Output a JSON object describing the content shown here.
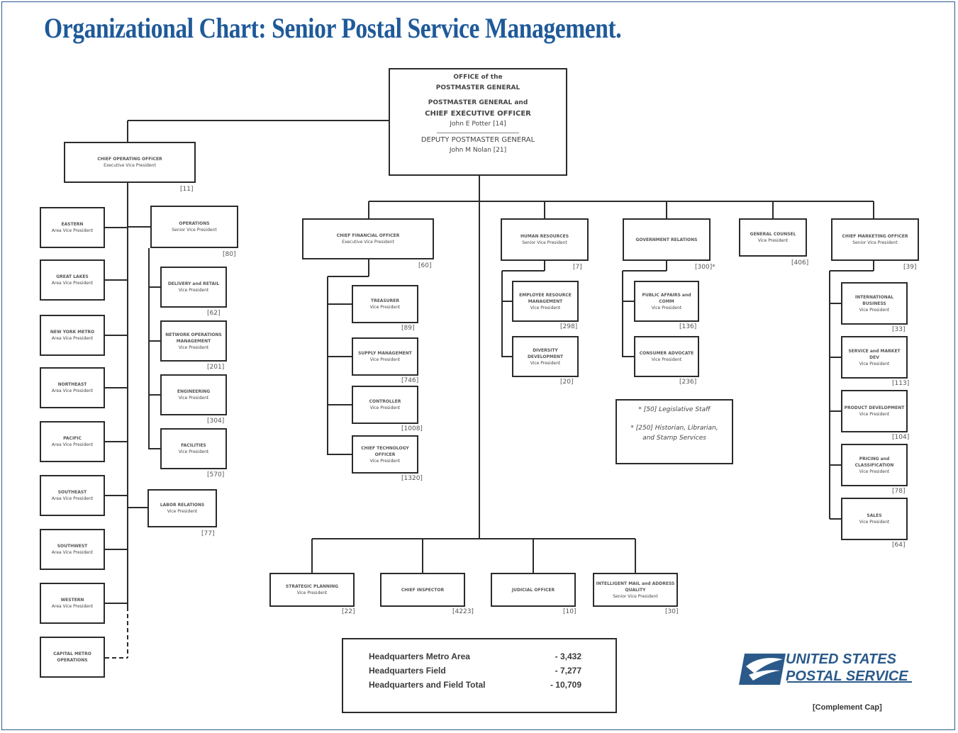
{
  "title": "Organizational Chart: Senior Postal Service Management.",
  "pmg": {
    "line1": "OFFICE of the",
    "line2": "POSTMASTER GENERAL",
    "line3": "POSTMASTER GENERAL and",
    "line4": "CHIEF EXECUTIVE OFFICER",
    "line5": "John E Potter   [14]",
    "line6": "DEPUTY POSTMASTER GENERAL",
    "line7": "John M Nolan   [21]"
  },
  "coo": {
    "title": "CHIEF OPERATING OFFICER",
    "sub": "Executive Vice President",
    "count": "[11]"
  },
  "areas": [
    {
      "name": "EASTERN",
      "sub": "Area Vice President"
    },
    {
      "name": "GREAT LAKES",
      "sub": "Area Vice President"
    },
    {
      "name": "NEW YORK METRO",
      "sub": "Area Vice President"
    },
    {
      "name": "NORTHEAST",
      "sub": "Area Vice President"
    },
    {
      "name": "PACIFIC",
      "sub": "Area Vice President"
    },
    {
      "name": "SOUTHEAST",
      "sub": "Area Vice President"
    },
    {
      "name": "SOUTHWEST",
      "sub": "Area Vice President"
    },
    {
      "name": "WESTERN",
      "sub": "Area Vice President"
    },
    {
      "name": "CAPITAL METRO OPERATIONS",
      "sub": ""
    }
  ],
  "operations": {
    "title": "OPERATIONS",
    "sub": "Senior Vice President",
    "count": "[80]"
  },
  "ops_children": [
    {
      "name": "DELIVERY and RETAIL",
      "sub": "Vice President",
      "count": "[62]"
    },
    {
      "name": "NETWORK OPERATIONS MANAGEMENT",
      "sub": "Vice President",
      "count": "[201]"
    },
    {
      "name": "ENGINEERING",
      "sub": "Vice President",
      "count": "[304]"
    },
    {
      "name": "FACILITIES",
      "sub": "Vice President",
      "count": "[570]"
    }
  ],
  "labor": {
    "title": "LABOR RELATIONS",
    "sub": "Vice President",
    "count": "[77]"
  },
  "cfo": {
    "title": "CHIEF FINANCIAL OFFICER",
    "sub": "Executive Vice President",
    "count": "[60]"
  },
  "cfo_children": [
    {
      "name": "TREASURER",
      "sub": "Vice President",
      "count": "[89]"
    },
    {
      "name": "SUPPLY MANAGEMENT",
      "sub": "Vice President",
      "count": "[746]"
    },
    {
      "name": "CONTROLLER",
      "sub": "Vice President",
      "count": "[1008]"
    },
    {
      "name": "CHIEF TECHNOLOGY OFFICER",
      "sub": "Vice President",
      "count": "[1320]"
    }
  ],
  "hr": {
    "title": "HUMAN RESOURCES",
    "sub": "Senior Vice President",
    "count": "[7]"
  },
  "hr_children": [
    {
      "name": "EMPLOYEE RESOURCE MANAGEMENT",
      "sub": "Vice President",
      "count": "[298]"
    },
    {
      "name": "DIVERSITY DEVELOPMENT",
      "sub": "Vice President",
      "count": "[20]"
    }
  ],
  "gov": {
    "title": "GOVERNMENT RELATIONS",
    "sub": "",
    "count": "[300]*"
  },
  "gov_children": [
    {
      "name": "PUBLIC AFFAIRS and COMM",
      "sub": "Vice President",
      "count": "[136]"
    },
    {
      "name": "CONSUMER ADVOCATE",
      "sub": "Vice President",
      "count": "[236]"
    }
  ],
  "counsel": {
    "title": "GENERAL COUNSEL",
    "sub": "Vice President",
    "count": "[406]"
  },
  "cmo": {
    "title": "CHIEF MARKETING OFFICER",
    "sub": "Senior Vice President",
    "count": "[39]"
  },
  "cmo_children": [
    {
      "name": "INTERNATIONAL BUSINESS",
      "sub": "Vice President",
      "count": "[33]"
    },
    {
      "name": "SERVICE and MARKET DEV",
      "sub": "Vice President",
      "count": "[113]"
    },
    {
      "name": "PRODUCT DEVELOPMENT",
      "sub": "Vice President",
      "count": "[104]"
    },
    {
      "name": "PRICING and CLASSIFICATION",
      "sub": "Vice President",
      "count": "[78]"
    },
    {
      "name": "SALES",
      "sub": "Vice President",
      "count": "[64]"
    }
  ],
  "bottom": [
    {
      "name": "STRATEGIC PLANNING",
      "sub": "Vice President",
      "count": "[22]"
    },
    {
      "name": "CHIEF INSPECTOR",
      "sub": "",
      "count": "[4223]"
    },
    {
      "name": "JUDICIAL OFFICER",
      "sub": "",
      "count": "[10]"
    },
    {
      "name": "INTELLIGENT MAIL and ADDRESS QUALITY",
      "sub": "Senior Vice President",
      "count": "[30]"
    }
  ],
  "note": {
    "line1": "* [50] Legislative Staff",
    "line2": "* [250] Historian, Librarian, and Stamp Services"
  },
  "totals": [
    {
      "label": "Headquarters Metro Area",
      "value": "- 3,432"
    },
    {
      "label": "Headquarters Field",
      "value": "- 7,277"
    },
    {
      "label": "Headquarters and Field Total",
      "value": "- 10,709"
    }
  ],
  "logo": {
    "line1": "UNITED STATES",
    "line2": "POSTAL SERVICE",
    "caption": "[Complement Cap]"
  },
  "colors": {
    "title": "#1f5a99",
    "logo": "#2b5a8a",
    "lines": "#2b2b2b"
  }
}
